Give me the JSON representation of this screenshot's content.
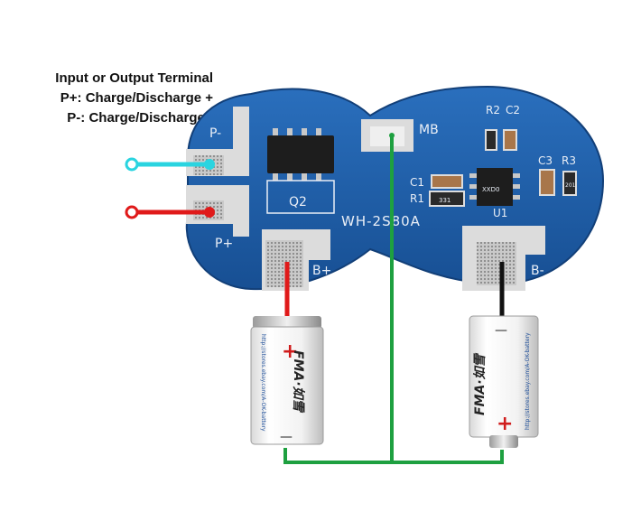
{
  "legend": {
    "line1": "Input or Output Terminal",
    "line2": "P+: Charge/Discharge +",
    "line3": "P-: Charge/Discharge -"
  },
  "board": {
    "model": "WH-2S80A",
    "mb_label": "MB",
    "q2_label": "Q2",
    "u1_label": "U1",
    "r2_label": "R2",
    "c2_label": "C2",
    "c3_label": "C3",
    "r3_label": "R3",
    "c1_label": "C1",
    "r1_label": "R1",
    "p_minus_label": "P-",
    "p_plus_label": "P+",
    "b_plus_label": "B+",
    "b_minus_label": "B-",
    "r1_code": "331",
    "r3_code": "201",
    "u1_code": "XXD0"
  },
  "cells": {
    "brand": "FMA·如雪",
    "url": "http://stores.ebay.com/A-OK-battery",
    "plus_sign": "+",
    "minus_sign": "—"
  },
  "colors": {
    "pcb_blue": "#1f5fa8",
    "pad_silver": "#dadada",
    "wire_cyan": "#2ad4e0",
    "wire_red": "#e01a1a",
    "wire_green": "#1ea040",
    "wire_black": "#111111"
  }
}
